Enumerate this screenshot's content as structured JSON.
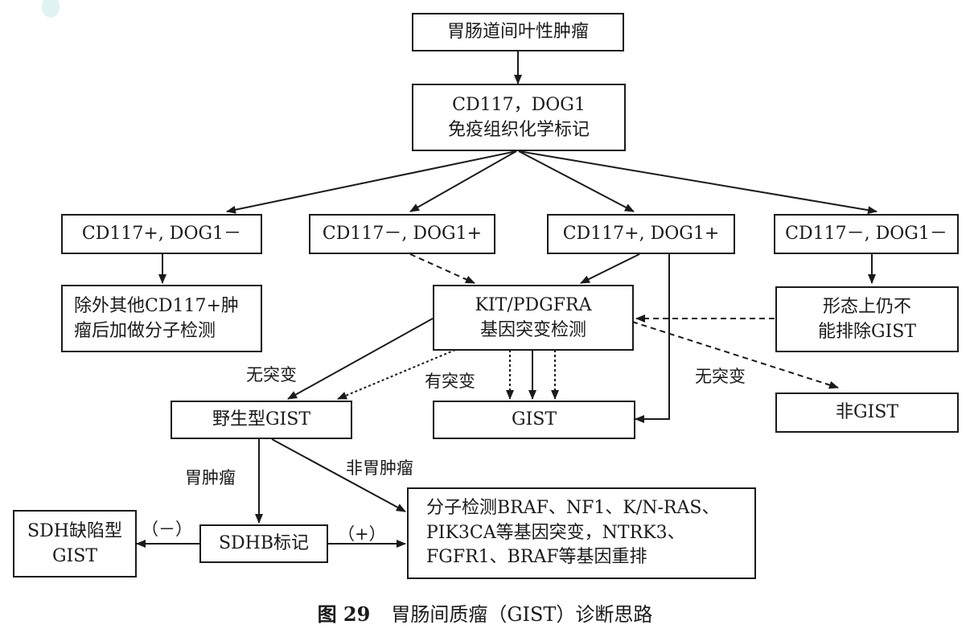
{
  "boxes": {
    "root": "胃肠道间叶性肿瘤",
    "ihc": "CD117，DOG1\n免疫组织化学标记",
    "b1": "CD117+, DOG1－",
    "b2": "CD117－, DOG1+",
    "b3": "CD117+, DOG1+",
    "b4": "CD117－, DOG1－",
    "exclude": "除外其他CD117+肿\n瘤后加做分子检测",
    "kit": "KIT/PDGFRA\n基因突变检测",
    "morph": "形态上仍不\n能排除GIST",
    "wild": "野生型GIST",
    "gist": "GIST",
    "nongist": "非GIST",
    "sdh": "SDH缺陷型\nGIST",
    "sdhb": "SDHB标记",
    "mol": "分子检测BRAF、NF1、K/N-RAS、\nPIK3CA等基因突变，NTRK3、\nFGFR1、BRAF等基因重排"
  },
  "labels": {
    "no_mut_left": "无突变",
    "has_mut": "有突变",
    "no_mut_right": "无突变",
    "gastric": "胃肿瘤",
    "non_gastric": "非胃肿瘤",
    "neg": "（－）",
    "pos": "（+）"
  },
  "caption": {
    "figure": "图 29",
    "title": "胃肠间质瘤（GIST）诊断思路"
  }
}
